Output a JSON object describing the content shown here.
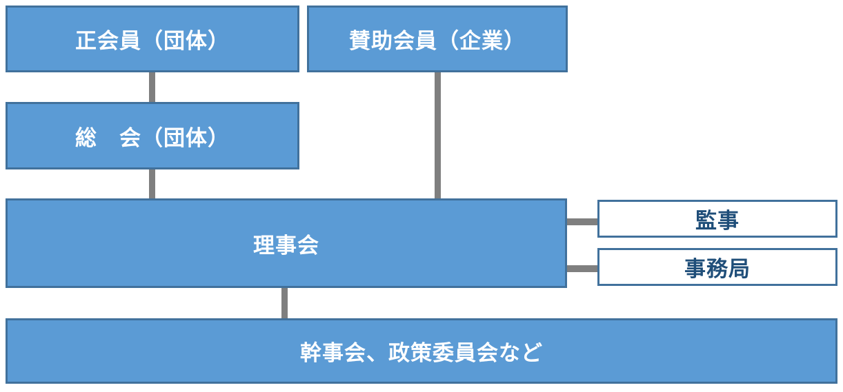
{
  "diagram": {
    "type": "org-chart",
    "colors": {
      "box_fill": "#5b9bd5",
      "box_border": "#41719c",
      "connector": "#7f7f7f",
      "outlined_text": "#1f4e79",
      "filled_text": "#ffffff",
      "background": "#ffffff"
    },
    "nodes": {
      "regular_members": "正会員（団体）",
      "supporting_members": "賛助会員（企業）",
      "general_assembly": "総　会（団体）",
      "board": "理事会",
      "auditor": "監事",
      "secretariat": "事務局",
      "committees": "幹事会、政策委員会など"
    },
    "edges": [
      {
        "from": "正会員（団体）",
        "to": "総　会（団体）"
      },
      {
        "from": "総　会（団体）",
        "to": "理事会"
      },
      {
        "from": "賛助会員（企業）",
        "to": "理事会"
      },
      {
        "from": "理事会",
        "to": "監事"
      },
      {
        "from": "理事会",
        "to": "事務局"
      },
      {
        "from": "理事会",
        "to": "幹事会、政策委員会など"
      }
    ]
  }
}
